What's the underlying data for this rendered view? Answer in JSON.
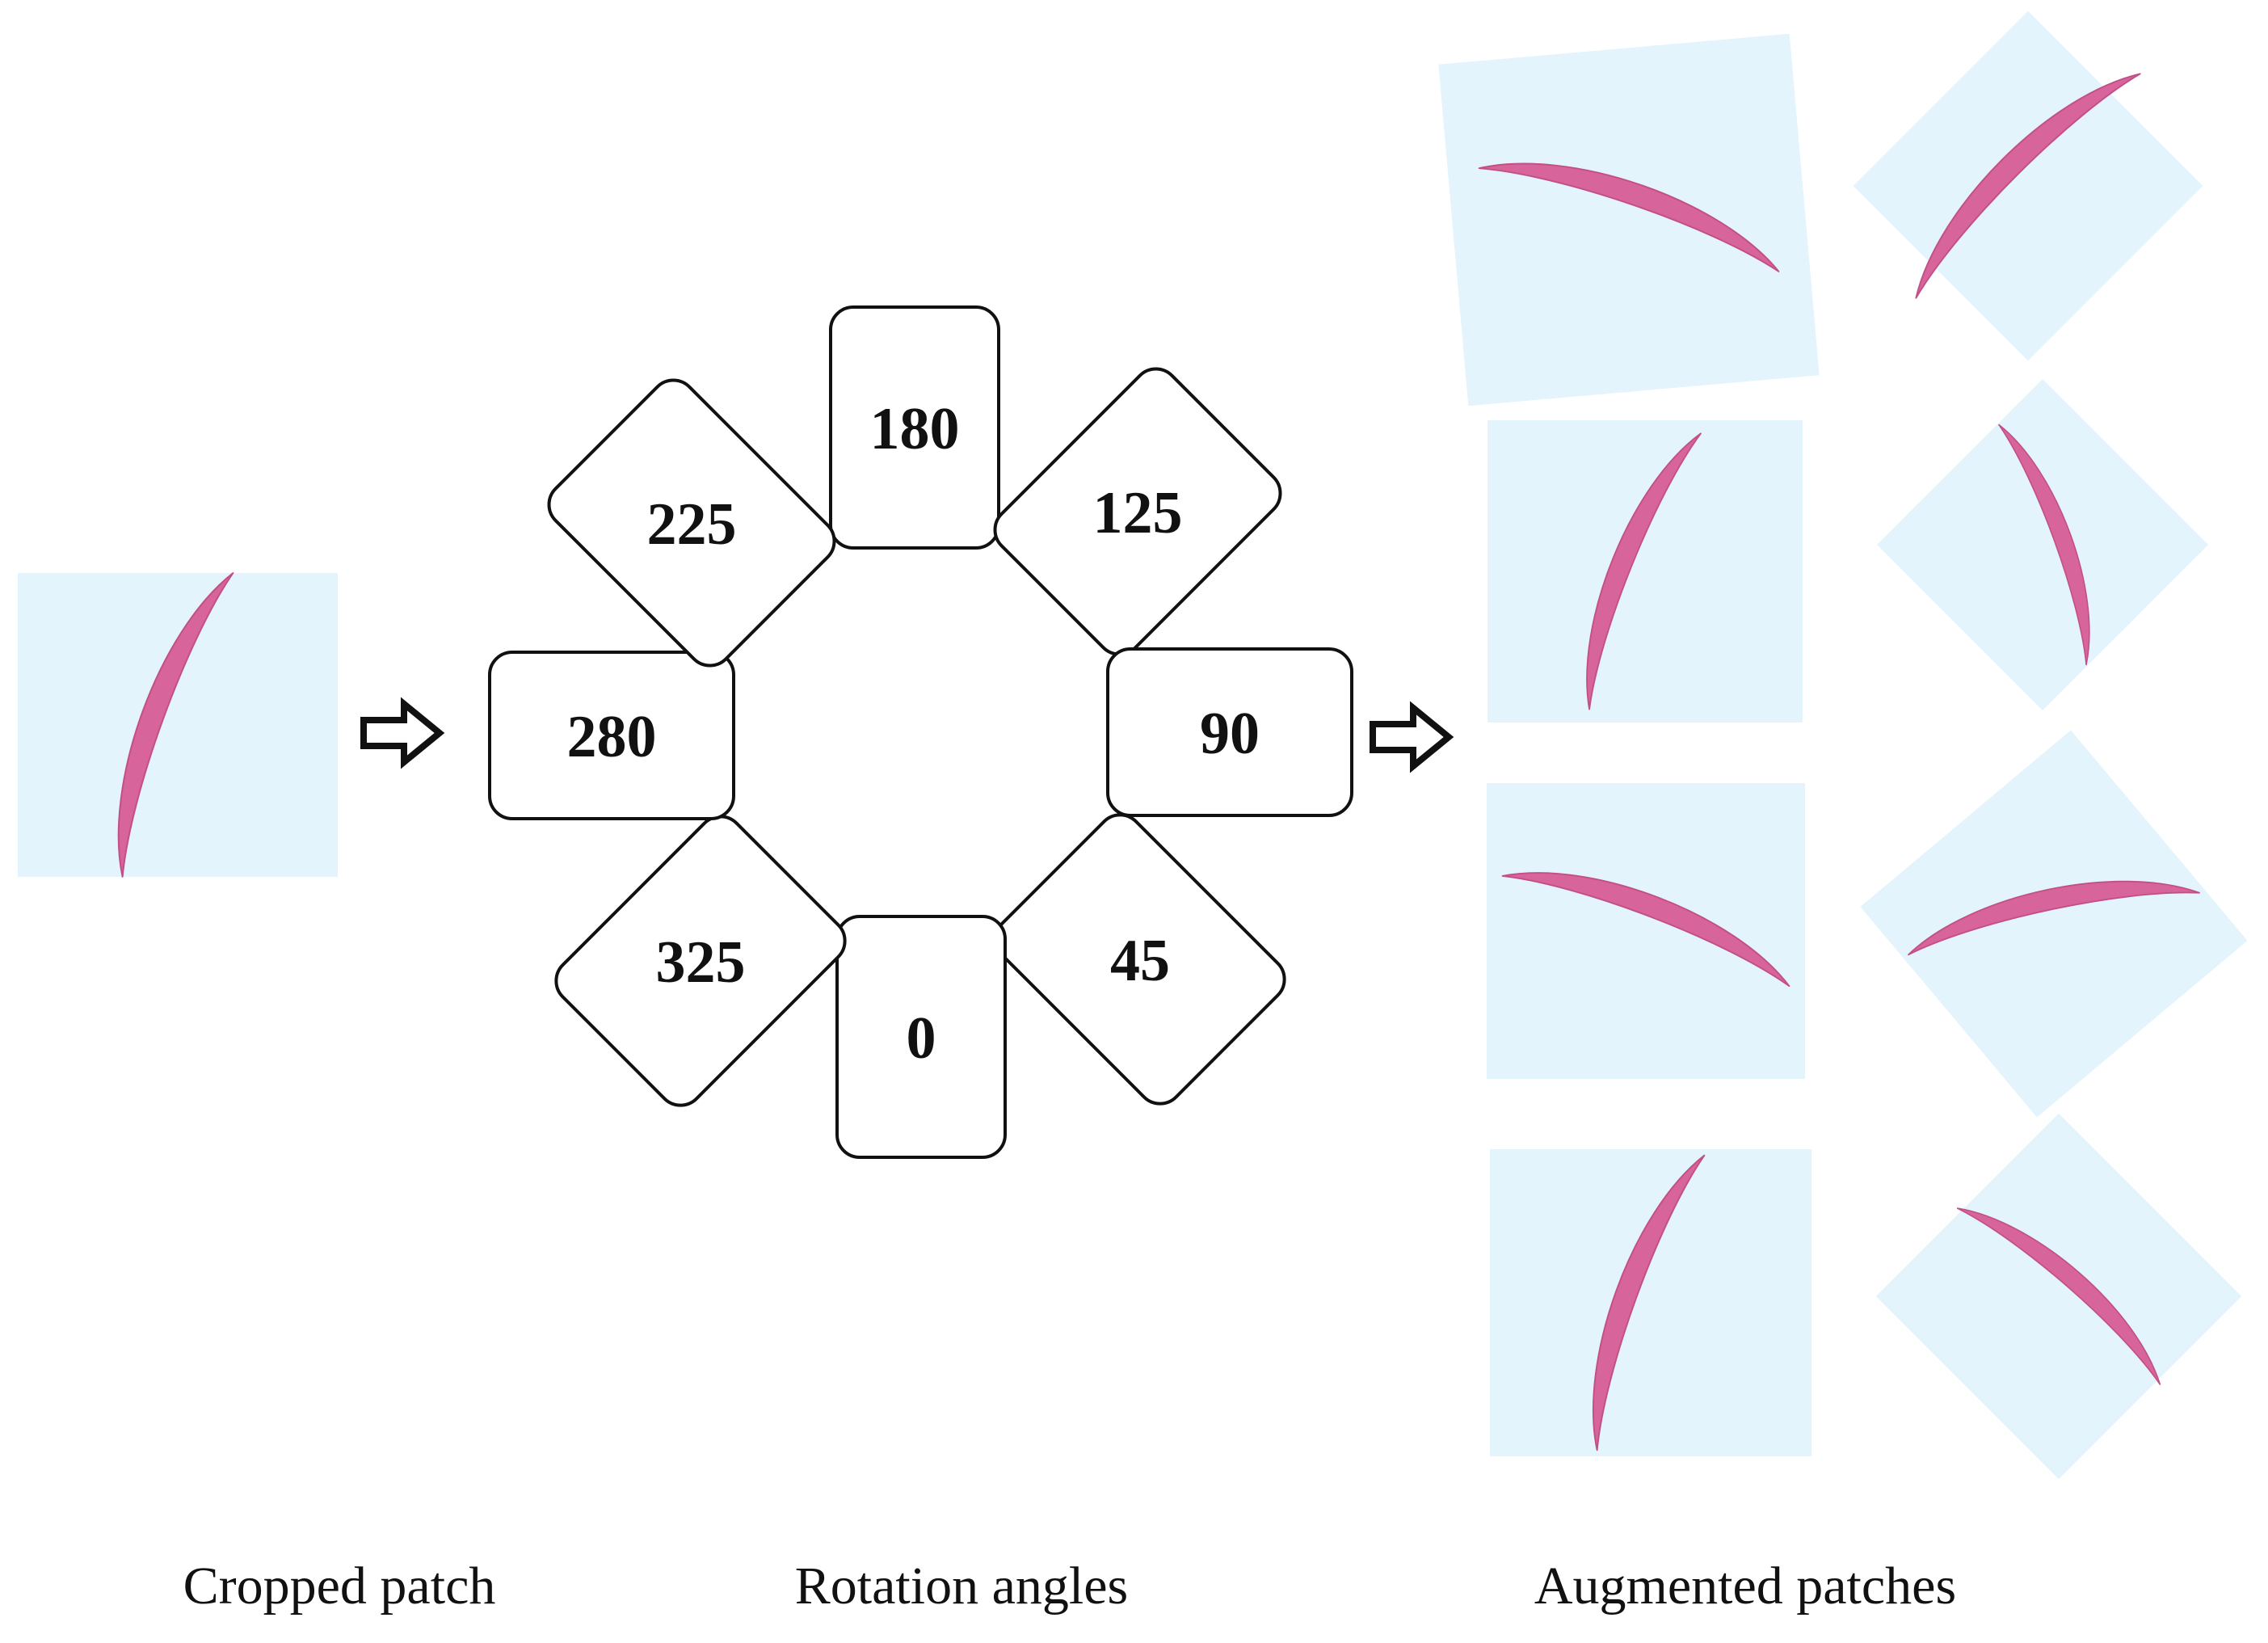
{
  "captions": {
    "cropped": "Cropped patch",
    "rotation": "Rotation angles",
    "augmented": "Augmented patches"
  },
  "angles": [
    "180",
    "125",
    "90",
    "45",
    "0",
    "325",
    "280",
    "225"
  ],
  "colors": {
    "patch_background": "#e3f4fc",
    "cell_fill": "#d8649c",
    "cell_edge": "#c24f87",
    "box_stroke": "#111111",
    "arrow_stroke": "#111111"
  },
  "icons": {
    "input_arrow": "right-arrow-icon",
    "output_arrow": "right-arrow-icon"
  }
}
